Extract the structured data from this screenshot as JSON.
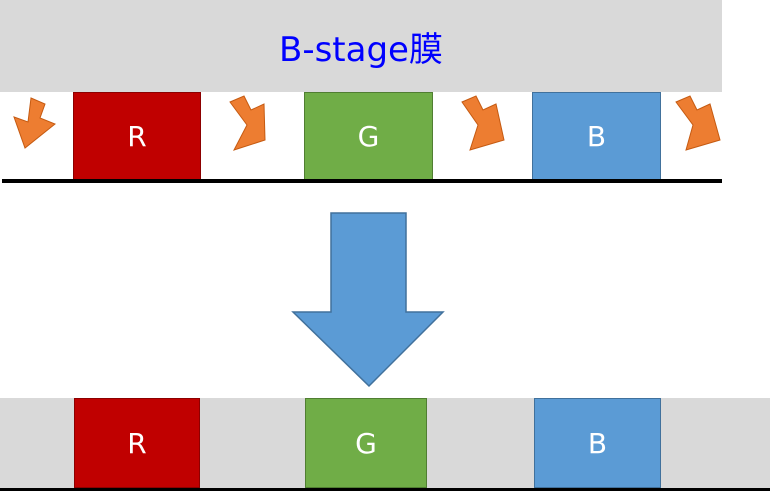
{
  "top": {
    "film_label": "B-stage膜",
    "blocks": {
      "r": "R",
      "g": "G",
      "b": "B"
    }
  },
  "bottom": {
    "blocks": {
      "r": "R",
      "g": "G",
      "b": "B"
    }
  },
  "colors": {
    "film": "#d9d9d9",
    "film_text": "#0000ff",
    "red": "#c00000",
    "green": "#70ad47",
    "blue": "#5b9bd5",
    "small_arrow": "#ed7d31",
    "big_arrow": "#5b9bd5"
  }
}
